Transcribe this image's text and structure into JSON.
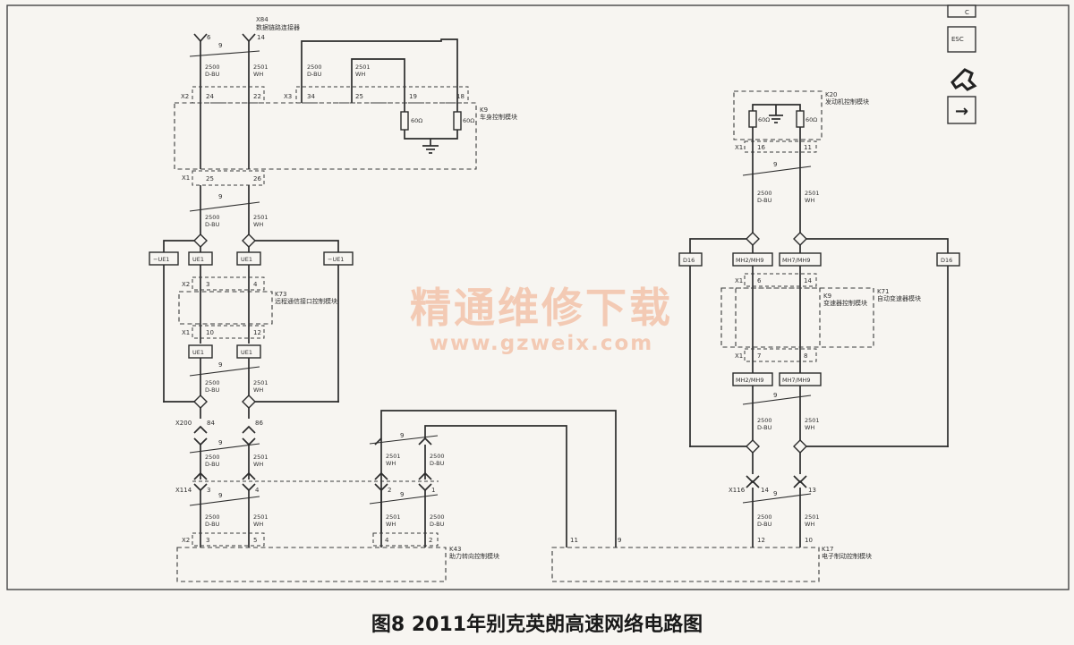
{
  "caption": "图8 2011年别克英朗高速网络电路图",
  "watermark": {
    "line1": "精通维修下载",
    "line2": "www.gzweix.com"
  },
  "modules": {
    "x84": {
      "id": "X84",
      "name": "数据链路连接器"
    },
    "k9": {
      "id": "K9",
      "name": "车身控制模块"
    },
    "k20": {
      "id": "K20",
      "name": "发动机控制模块"
    },
    "k73": {
      "id": "K73",
      "name": "远程通信接口控制模块"
    },
    "k9b": {
      "id": "K9",
      "name": "变速器控制模块"
    },
    "k71": {
      "id": "K71",
      "name": "自动变速器模块"
    },
    "k43": {
      "id": "K43",
      "name": "助力转向控制模块"
    },
    "k17": {
      "id": "K17",
      "name": "电子制动控制模块"
    }
  },
  "resistor": "60Ω",
  "twist": "9",
  "wires": {
    "low": "2500",
    "high": "2501",
    "low_color": "D-BU",
    "high_color": "WH"
  },
  "connectors": {
    "x2": "X2",
    "x1": "X1",
    "x3": "X3",
    "x200": "X200",
    "x114": "X114",
    "x116": "X116"
  },
  "pins": {
    "p6": "6",
    "p14": "14",
    "p24": "24",
    "p22": "22",
    "p34": "34",
    "p25": "25",
    "p19": "19",
    "p18": "18",
    "p26": "26",
    "p3": "3",
    "p4": "4",
    "p10": "10",
    "p12": "12",
    "p84": "84",
    "p86": "86",
    "p2": "2",
    "p1": "1",
    "p5": "5",
    "p11": "11",
    "p9": "9",
    "p16": "16",
    "p7": "7",
    "p8": "8",
    "p13": "13"
  },
  "splices": {
    "nue1": "−UE1",
    "ue1": "UE1",
    "d16": "D16",
    "mh": "MH2/MH9",
    "mhb": "MH7/MH9"
  },
  "side_buttons": {
    "c": "C",
    "esc": "ESC",
    "next": "→"
  }
}
